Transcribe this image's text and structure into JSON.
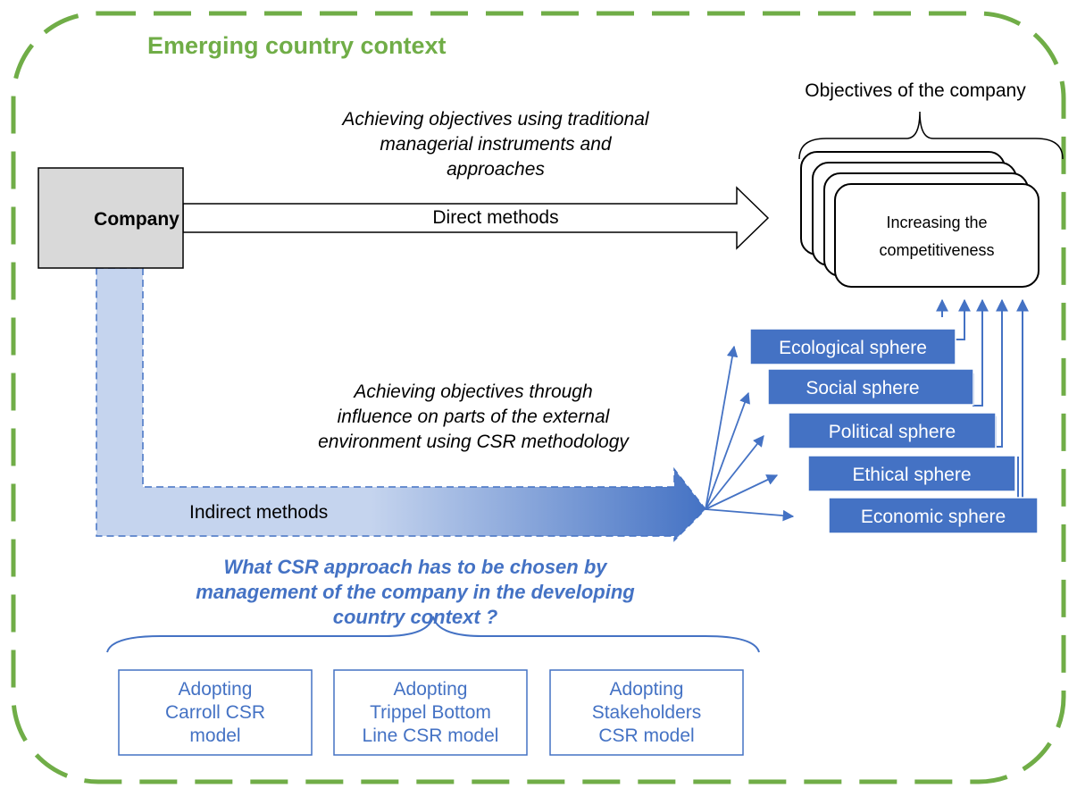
{
  "frame": {
    "title": "Emerging country context",
    "color": "#70ad47"
  },
  "company": {
    "label": "Company",
    "fill": "#d9d9d9"
  },
  "direct": {
    "caption_lines": [
      "Achieving objectives using traditional",
      "managerial instruments and",
      "approaches"
    ],
    "arrow_label": "Direct methods"
  },
  "indirect": {
    "caption_lines": [
      "Achieving objectives through",
      "influence on parts of the external",
      "environment using CSR methodology"
    ],
    "arrow_label": "Indirect methods",
    "light_color": "#c5d4ee",
    "dark_color": "#4472c4"
  },
  "objectives": {
    "heading": "Objectives of the company",
    "card_lines": [
      "Increasing the",
      "competitiveness"
    ]
  },
  "spheres": {
    "color": "#4472c4",
    "items": [
      "Ecological sphere",
      "Social sphere",
      "Political sphere",
      "Ethical sphere",
      "Economic sphere"
    ]
  },
  "question": {
    "lines": [
      "What CSR approach has to be chosen by",
      "management of the company in the developing",
      "country context ?"
    ],
    "color": "#4472c4"
  },
  "models": [
    {
      "lines": [
        "Adopting",
        "Carroll CSR",
        "model"
      ]
    },
    {
      "lines": [
        "Adopting",
        "Trippel Bottom",
        "Line CSR model"
      ]
    },
    {
      "lines": [
        "Adopting",
        "Stakeholders",
        "CSR model"
      ]
    }
  ]
}
